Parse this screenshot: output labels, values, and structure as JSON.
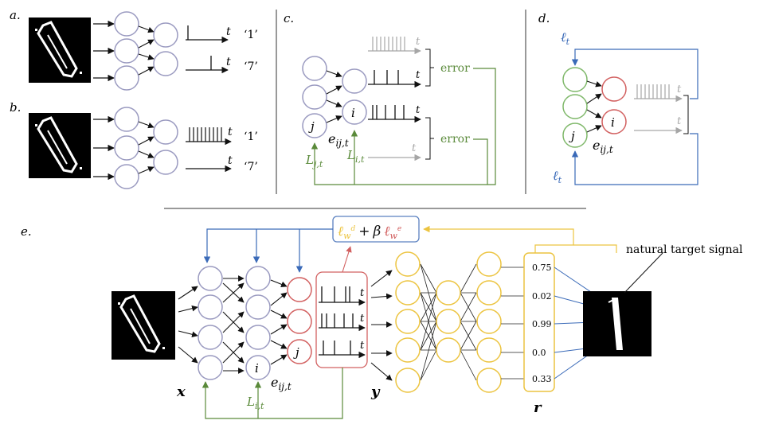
{
  "panels": {
    "a": {
      "label": "a.",
      "time_label": "t",
      "outputs": [
        "‘1’",
        "‘7’"
      ]
    },
    "b": {
      "label": "b.",
      "time_label": "t",
      "outputs": [
        "‘1’",
        "‘7’"
      ]
    },
    "c": {
      "label": "c.",
      "time_label": "t",
      "error_labels": [
        "error",
        "error"
      ],
      "neuron_j": "j",
      "neuron_i": "i",
      "eligibility_label": "e",
      "eligibility_sub": "ij,t",
      "learning_signal_j": "L",
      "learning_signal_j_sub": "j,t",
      "learning_signal_i": "L",
      "learning_signal_i_sub": "i,t"
    },
    "d": {
      "label": "d.",
      "time_label": "t",
      "loss_top": "ℓ",
      "loss_top_sub": "t",
      "loss_bottom": "ℓ",
      "loss_bottom_sub": "t",
      "neuron_j": "j",
      "neuron_i": "i",
      "eligibility_label": "e",
      "eligibility_sub": "ij,t"
    },
    "e": {
      "label": "e.",
      "time_label": "t",
      "loss_d": "ℓ",
      "loss_d_sub": "w",
      "loss_d_sup": "d",
      "plus": "+",
      "beta": "β",
      "loss_e": "ℓ",
      "loss_e_sub": "w",
      "loss_e_sup": "e",
      "neuron_j": "j",
      "neuron_i": "i",
      "eligibility_label": "e",
      "eligibility_sub": "ij,t",
      "learning_signal": "L",
      "learning_signal_sub": "i,t",
      "x_label": "x",
      "y_label": "y",
      "r_label": "r",
      "r_values": [
        "0.75",
        "0.02",
        "0.99",
        "0.0",
        "0.33"
      ],
      "target_label": "natural target signal"
    }
  },
  "colors": {
    "neuron": "#9a9ac0",
    "green": "#5a8a3a",
    "red": "#d26060",
    "yellow": "#ecc440",
    "blue": "#3a6ab8",
    "grey": "#a6a6a6",
    "orange": "#e8a060"
  }
}
